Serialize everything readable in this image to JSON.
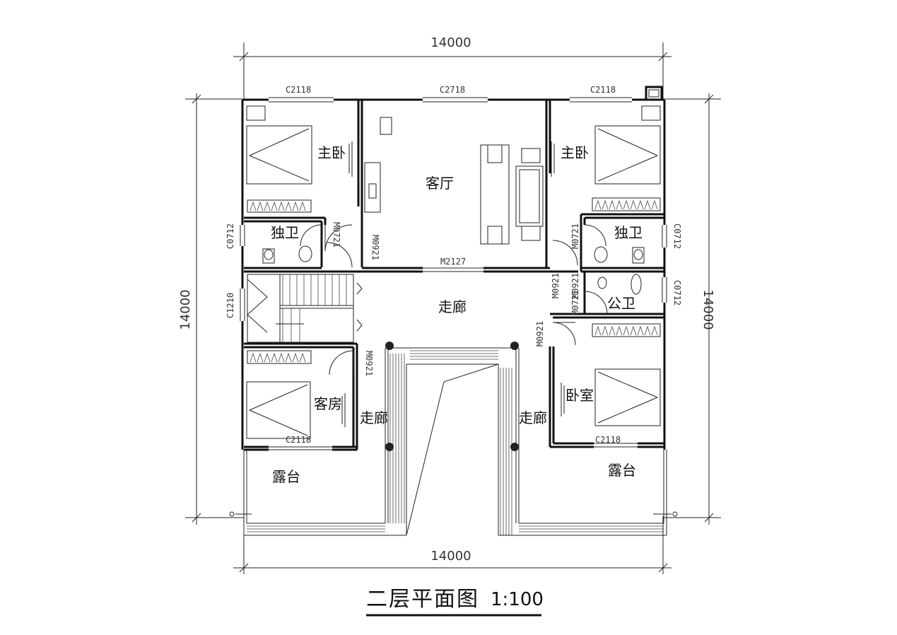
{
  "drawing": {
    "title": "二层平面图",
    "scale": "1:100"
  },
  "dimensions": {
    "top": "14000",
    "bottom": "14000",
    "left": "14000",
    "right": "14000"
  },
  "rooms": {
    "master_bed_left": "主卧",
    "master_bed_right": "主卧",
    "living_room": "客厅",
    "private_bath_left": "独卫",
    "private_bath_right": "独卫",
    "corridor_main": "走廊",
    "public_bath": "公卫",
    "guest_room": "客房",
    "bedroom": "卧室",
    "corridor_left": "走廊",
    "corridor_right": "走廊",
    "terrace_left": "露台",
    "terrace_right": "露台"
  },
  "codes": {
    "window_top_left": "C2118",
    "window_top_mid": "C2718",
    "window_top_right": "C2118",
    "window_bath_left": "C0712",
    "window_stair": "C1210",
    "window_bath_right": "C0712",
    "window_pub_bath": "C0712",
    "window_guest": "C2118",
    "window_bedroom": "C2118",
    "door_living": "M2127",
    "door_bath_left": "M0721",
    "door_master_left": "M0921",
    "door_bath_right": "M0721",
    "door_master_right": "M0921",
    "door_pub_bath_a": "M0921",
    "door_pub_bath_b": "M0721",
    "door_bedroom": "M0921",
    "door_guest": "M0921"
  }
}
